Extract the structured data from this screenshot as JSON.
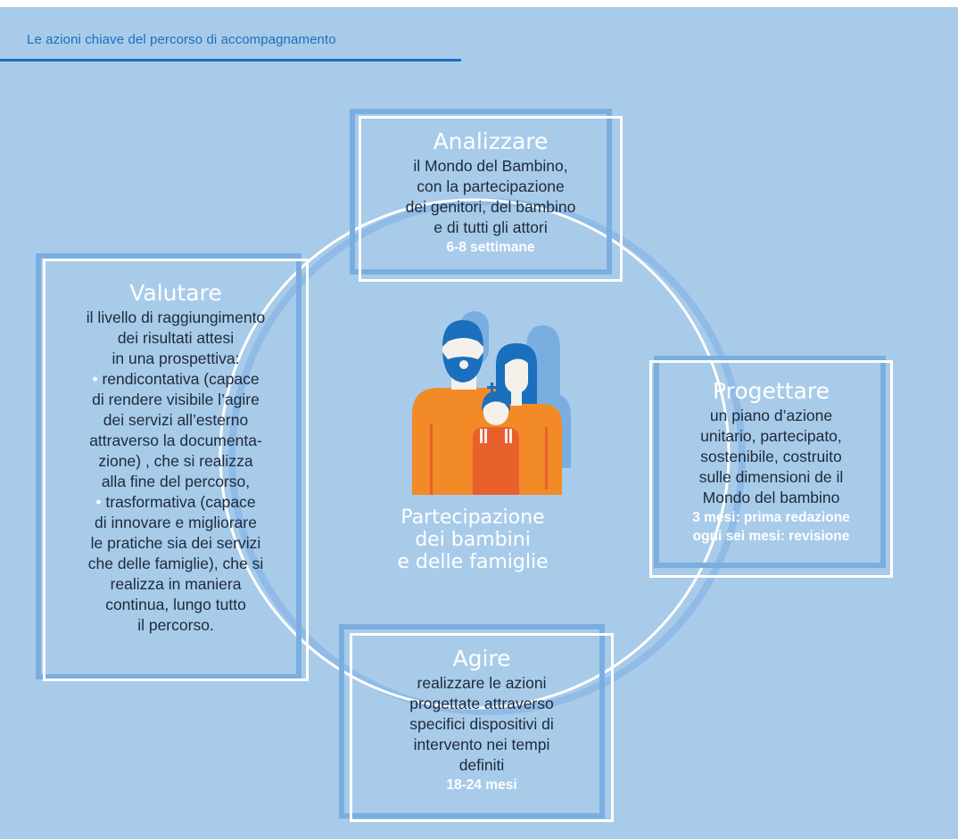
{
  "header": {
    "title": "Le azioni chiave del percorso di accompagnamento"
  },
  "center": {
    "label": "Partecipazione\ndei bambini\ne delle famiglie"
  },
  "analizzare": {
    "title": "Analizzare",
    "description": "il Mondo del Bambino,\ncon la partecipazione\ndei genitori, del bambino\ne di tutti gli attori",
    "timing": "6-8 settimane"
  },
  "progettare": {
    "title": "Progettare",
    "description": "un piano d’azione\nunitario, partecipato,\nsostenibile, costruito\nsulle dimensioni de il\nMondo del bambino",
    "timing": "3 mesi: prima redazione\nogni sei mesi: revisione"
  },
  "agire": {
    "title": "Agire",
    "description": "realizzare le azioni\nprogettate attraverso\nspecifici dispositivi di\nintervento nei tempi\ndefiniti",
    "timing": "18-24 mesi"
  },
  "valutare": {
    "title": "Valutare",
    "intro": "il livello di raggiungimento\ndei risultati attesi\nin una prospettiva:",
    "bullet_1": "rendicontativa (capace\ndi rendere visibile l’agire\ndei servizi all’esterno\nattraverso la documenta-\nzione) , che si realizza\nalla fine del percorso,",
    "bullet_2": "trasformativa (capace\ndi innovare e migliorare\nle pratiche sia dei servizi\nche delle famiglie), che si\nrealizza in maniera\ncontinua, lungo tutto\nil percorso.",
    "bullet_symbol": "•"
  },
  "colors": {
    "background": "#a8cbea",
    "accent_blue": "#1a6fbe",
    "box_shadow": "#7aaee0",
    "orange": "#f28a27",
    "red_orange": "#e8602c"
  }
}
